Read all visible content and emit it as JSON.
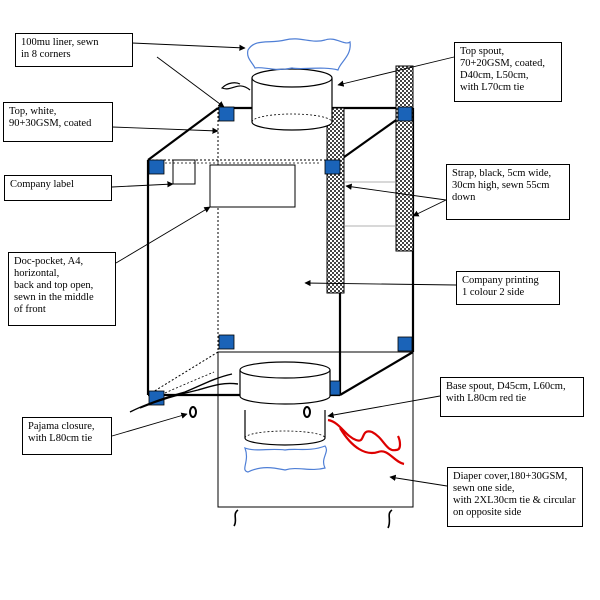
{
  "callouts": {
    "liner": "100mu liner, sewn\nin 8 corners",
    "top_panel": "Top, white,\n90+30GSM, coated",
    "company_label": "Company label",
    "doc_pocket": "Doc-pocket, A4,\nhorizontal,\nback and top open,\nsewn in the middle\nof  front",
    "pajama_closure": "Pajama closure,\nwith L80cm tie",
    "top_spout": "Top spout,\n70+20GSM, coated,\nD40cm, L50cm,\nwith L70cm tie",
    "strap": "Strap, black, 5cm wide,\n30cm high, sewn 55cm\ndown",
    "company_printing": "Company printing\n1 colour 2 side",
    "base_spout": "Base spout, D45cm, L60cm,\nwith L80cm red tie",
    "diaper_cover": "Diaper cover,180+30GSM,\nsewn one side,\nwith 2XL30cm tie & circular\non opposite side"
  },
  "colors": {
    "outline": "#000000",
    "corner_loop": "#1a63b8",
    "liner": "#4f7fd6",
    "red_tie": "#dd0000",
    "strap_fill": "#555555"
  },
  "icons": {
    "loop": "circle-loop-icon",
    "tie": "squiggle-tie-icon"
  }
}
